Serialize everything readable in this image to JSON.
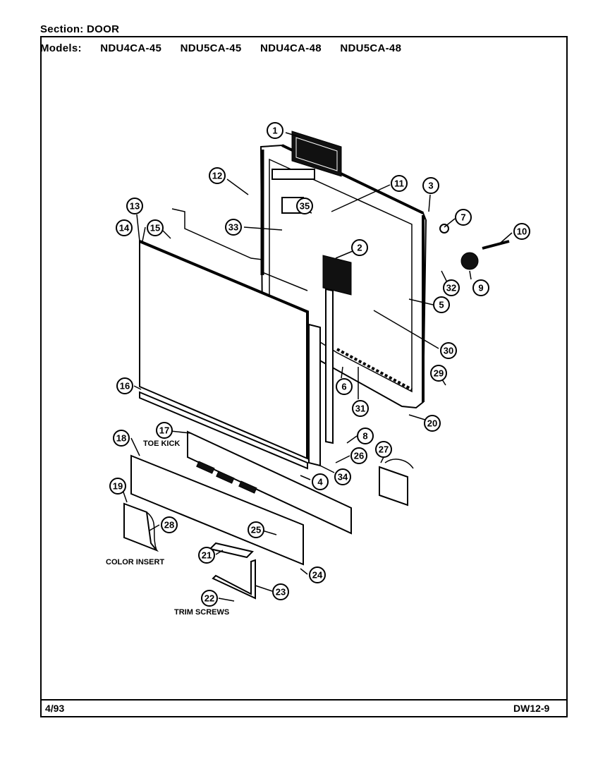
{
  "header": {
    "section_label": "Section:",
    "section_value": "DOOR",
    "models_label": "Models:",
    "models": [
      "NDU4CA-45",
      "NDU5CA-45",
      "NDU4CA-48",
      "NDU5CA-48"
    ]
  },
  "footer": {
    "date_code": "4/93",
    "drawing_code": "DW12-9"
  },
  "labels": {
    "toe_kick": "TOE KICK",
    "color_insert": "COLOR INSERT",
    "trim_screws": "TRIM SCREWS"
  },
  "callouts": [
    "1",
    "2",
    "3",
    "4",
    "5",
    "6",
    "7",
    "8",
    "9",
    "10",
    "11",
    "12",
    "13",
    "14",
    "15",
    "16",
    "17",
    "18",
    "19",
    "20",
    "21",
    "22",
    "23",
    "24",
    "25",
    "26",
    "27",
    "28",
    "29",
    "30",
    "31",
    "32",
    "33",
    "34",
    "35"
  ]
}
